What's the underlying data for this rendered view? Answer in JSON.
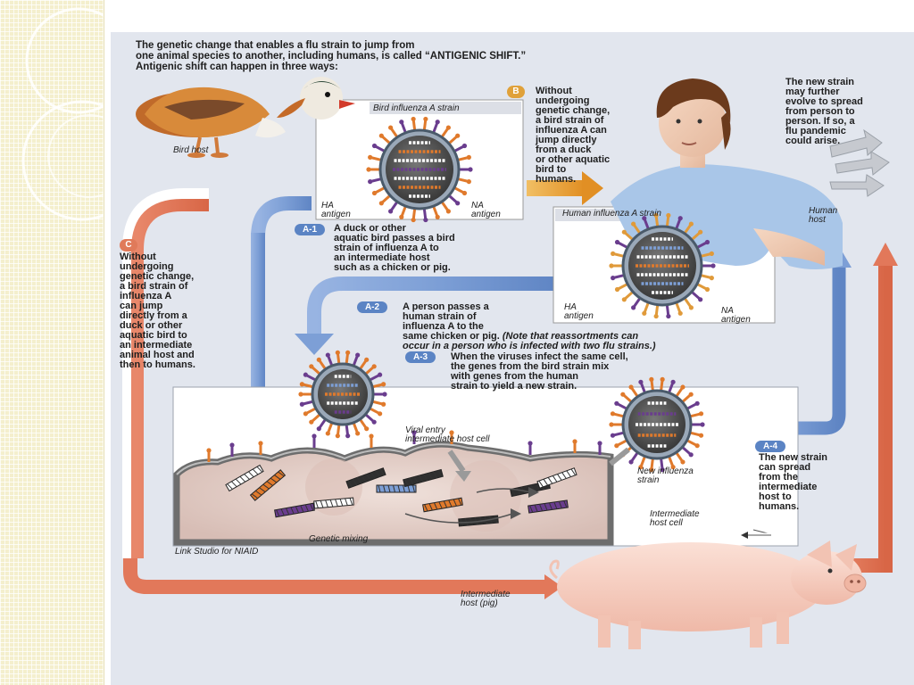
{
  "intro": {
    "line1": "The genetic change that enables a flu strain to jump from",
    "line2_prefix": "one animal species to another, including humans, is called",
    "line2_term": "“ANTIGENIC SHIFT.”",
    "line3": "Antigenic shift can happen in three ways:"
  },
  "labels": {
    "bird_host": "Bird host",
    "bird_strain": "Bird influenza A strain",
    "ha_antigen": [
      "HA",
      "antigen"
    ],
    "na_antigen": [
      "NA",
      "antigen"
    ],
    "human_strain": "Human influenza A strain",
    "human_host": [
      "Human",
      "host"
    ],
    "viral_entry": [
      "Viral entry",
      "intermediate host cell"
    ],
    "new_strain": [
      "New influenza",
      "strain"
    ],
    "intermediate_cell": [
      "Intermediate",
      "host cell"
    ],
    "genetic_mixing": "Genetic mixing",
    "credit": "Link Studio for NIAID",
    "intermediate_host": [
      "Intermediate",
      "host (pig)"
    ]
  },
  "steps": {
    "b": {
      "badge": "B",
      "lines": [
        "Without",
        "undergoing",
        "genetic change,",
        "a bird strain of",
        "influenza A can",
        "jump directly",
        "from a duck",
        "or other aquatic",
        "bird to",
        "humans."
      ]
    },
    "pandemic": {
      "lines": [
        "The new strain",
        "may further",
        "evolve to spread",
        "from person to",
        "person. If so, a",
        "flu pandemic",
        "could arise."
      ]
    },
    "c": {
      "badge": "C",
      "lines": [
        "Without",
        "undergoing",
        "genetic change,",
        "a bird strain of",
        "influenza A",
        "can jump",
        "directly from a",
        "duck or other",
        "aquatic bird to",
        "an intermediate",
        "animal host and",
        "then to humans."
      ]
    },
    "a1": {
      "badge": "A-1",
      "lines": [
        "A duck or other",
        "aquatic bird passes a bird",
        "strain of influenza A to",
        "an intermediate host",
        "such as a chicken or pig."
      ]
    },
    "a2": {
      "badge": "A-2",
      "lines": [
        "A person passes a",
        "human strain of",
        "influenza A to the"
      ],
      "line4": "same chicken or pig.",
      "line4_note": "(Note that reassortments can",
      "line5_note": "occur in a person who is infected with two flu strains.)"
    },
    "a3": {
      "badge": "A-3",
      "lines": [
        "When the viruses infect the same cell,",
        "the genes from the bird strain mix",
        "with genes from the human",
        "strain to yield a new strain."
      ]
    },
    "a4": {
      "badge": "A-4",
      "lines": [
        "The new strain",
        "can spread",
        "from the",
        "intermediate",
        "host to",
        "humans."
      ]
    }
  },
  "colors": {
    "panel_bg": "#e2e6ee",
    "blue_arrow": "#7d9fd6",
    "orange_arrow": "#e2785a",
    "gold_arrow": "#e8a33c",
    "badge_blue": "#5b84c4",
    "virus_spike": "#e07a2c",
    "virus_purple": "#6a3d8e",
    "cell_fill": "#e4cfc8",
    "pig_pink": "#f6cfc1"
  },
  "icons": [
    "duck-illustration",
    "woman-illustration",
    "pig-illustration",
    "virus-particle",
    "host-cell"
  ]
}
